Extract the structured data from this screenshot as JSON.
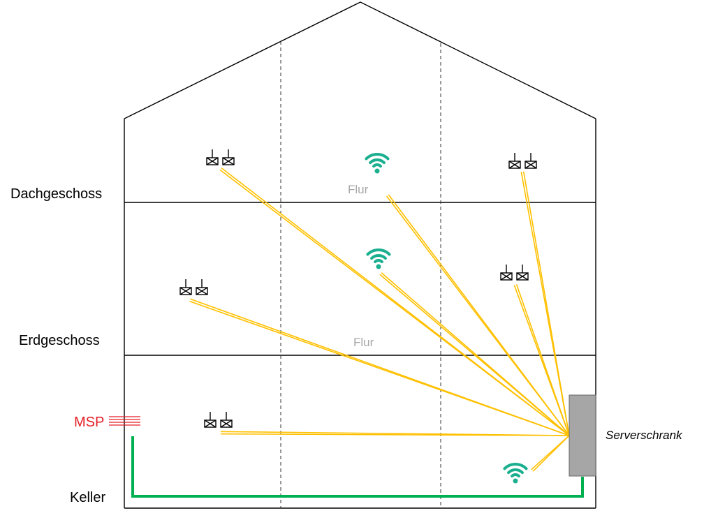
{
  "floors": {
    "attic": "Dachgeschoss",
    "ground": "Erdgeschoss",
    "basement": "Keller"
  },
  "hallways": {
    "upper": "Flur",
    "ground": "Flur"
  },
  "main_distribution": "MSP",
  "server_cabinet": "Serverschrank",
  "icons": {
    "network_socket": "dual-network-socket-icon",
    "access_point": "wifi-access-point-icon"
  },
  "colors": {
    "cable": "#ffc000",
    "wifi": "#1aaf8f",
    "ground_line": "#00b050",
    "msp": "#e41e26",
    "cabinet_fill": "#a6a6a6",
    "hallway_text": "#a6a6a6"
  }
}
